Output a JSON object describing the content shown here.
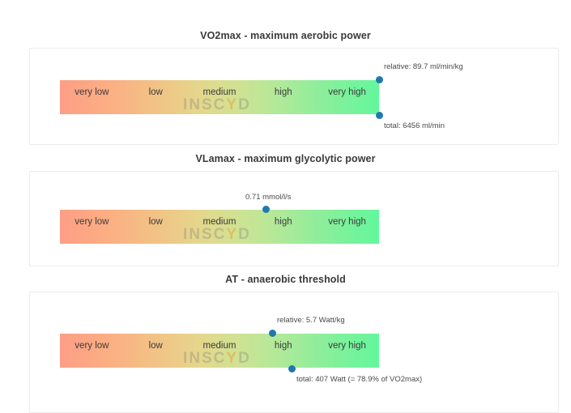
{
  "theme": {
    "background": "#ffffff",
    "card_border": "#ececec",
    "title_color": "#3a3a3a",
    "label_color": "#3b3b3b",
    "marker_color": "#2178ae",
    "gradient_start": "#fd9e86",
    "gradient_end": "#63f79c",
    "watermark_color": "#7d7d7d",
    "watermark_accent": "#dea02d"
  },
  "watermark": {
    "part1": "INSC",
    "accent": "Y",
    "part2": "D"
  },
  "zones": [
    "very low",
    "low",
    "medium",
    "high",
    "very high"
  ],
  "chart_data": [
    {
      "type": "bar",
      "title": "VO2max - maximum aerobic power",
      "xlabel": "",
      "ylabel": "",
      "categories": [
        "very low",
        "low",
        "medium",
        "high",
        "very high"
      ],
      "grid": false,
      "legend": "none",
      "xlim": [
        0,
        100
      ],
      "markers": [
        {
          "name": "relative",
          "label": "relative: 89.7 ml/min/kg",
          "value": 89.7,
          "unit": "ml/min/kg",
          "position_pct": 100,
          "side": "top"
        },
        {
          "name": "total",
          "label": "total: 6456 ml/min",
          "value": 6456,
          "unit": "ml/min",
          "position_pct": 100,
          "side": "bottom"
        }
      ]
    },
    {
      "type": "bar",
      "title": "VLamax - maximum glycolytic power",
      "xlabel": "",
      "ylabel": "",
      "categories": [
        "very low",
        "low",
        "medium",
        "high",
        "very high"
      ],
      "grid": false,
      "legend": "none",
      "xlim": [
        0,
        100
      ],
      "markers": [
        {
          "name": "vlamax",
          "label": "0.71 mmol/l/s",
          "value": 0.71,
          "unit": "mmol/l/s",
          "position_pct": 64.5,
          "side": "top"
        }
      ]
    },
    {
      "type": "bar",
      "title": "AT - anaerobic threshold",
      "xlabel": "",
      "ylabel": "",
      "categories": [
        "very low",
        "low",
        "medium",
        "high",
        "very high"
      ],
      "grid": false,
      "legend": "none",
      "xlim": [
        0,
        100
      ],
      "markers": [
        {
          "name": "relative",
          "label": "relative: 5.7 Watt/kg",
          "value": 5.7,
          "unit": "Watt/kg",
          "position_pct": 66.5,
          "side": "top"
        },
        {
          "name": "total",
          "label": "total: 407 Watt (= 78.9% of VO2max)",
          "value": 407,
          "unit": "Watt",
          "position_pct": 72.6,
          "side": "bottom"
        }
      ]
    }
  ]
}
